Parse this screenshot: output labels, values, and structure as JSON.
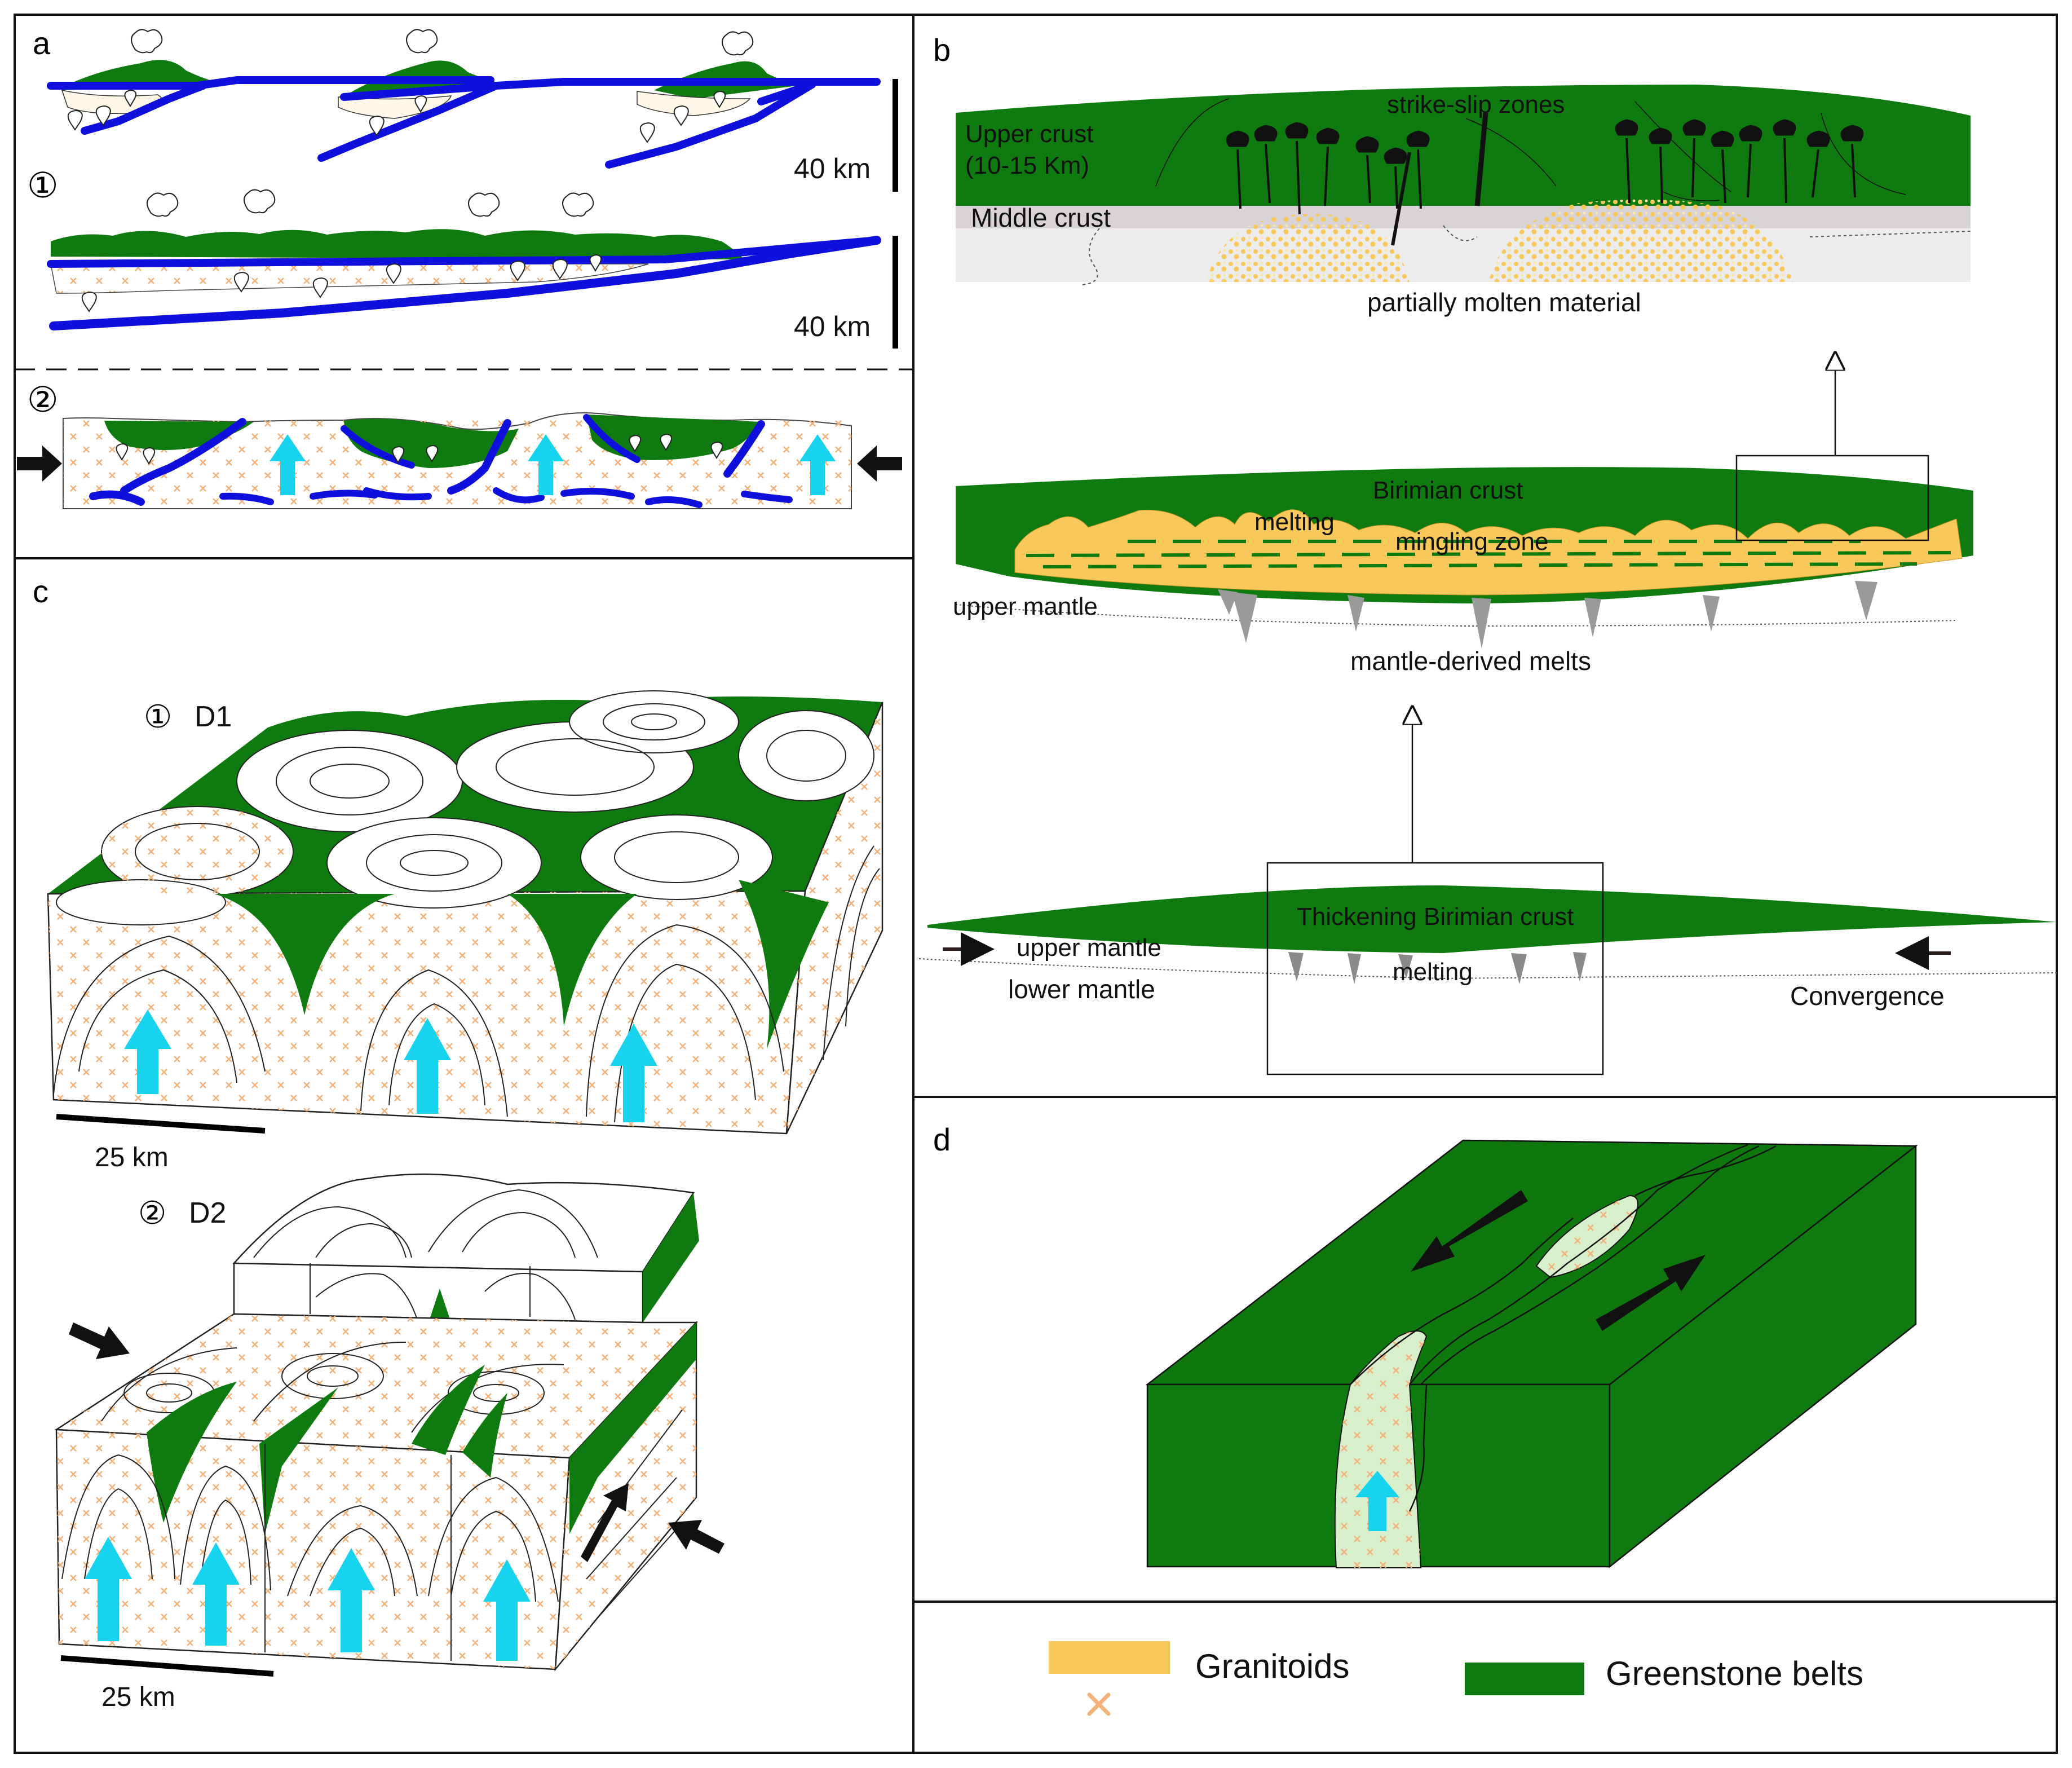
{
  "panels": {
    "a": {
      "letter": "a",
      "steps": [
        "①",
        "②"
      ],
      "scale_labels": [
        "40 km",
        "40 km"
      ]
    },
    "b": {
      "letter": "b",
      "labels": {
        "strike_slip": "strike-slip zones",
        "upper_crust": "Upper crust",
        "upper_crust_depth": "(10-15 Km)",
        "middle_crust": "Middle  crust",
        "partially_molten": "partially molten material",
        "birimian_crust": "Birimian crust",
        "melting_top": "melting",
        "mingling_zone": "mingling zone",
        "upper_mantle_mid": "upper mantle",
        "mantle_derived": "mantle-derived melts",
        "thickening": "Thickening Birimian crust",
        "upper_mantle_low": "upper mantle",
        "lower_mantle": "lower mantle",
        "melting_low": "melting",
        "convergence": "Convergence"
      }
    },
    "c": {
      "letter": "c",
      "d1_step": "①",
      "d1_label": "D1",
      "d2_step": "②",
      "d2_label": "D2",
      "scale_labels": [
        "25 km",
        "25 km"
      ]
    },
    "d": {
      "letter": "d"
    }
  },
  "legend": {
    "granitoids": "Granitoids",
    "greenstone": "Greenstone belts"
  },
  "colors": {
    "greenstone": "#0f7a0f",
    "granitoid": "#f8c95a",
    "slab": "#1010dd",
    "uplift_arrow": "#18d3ee",
    "granitoid_cross": "#f2b27a"
  }
}
